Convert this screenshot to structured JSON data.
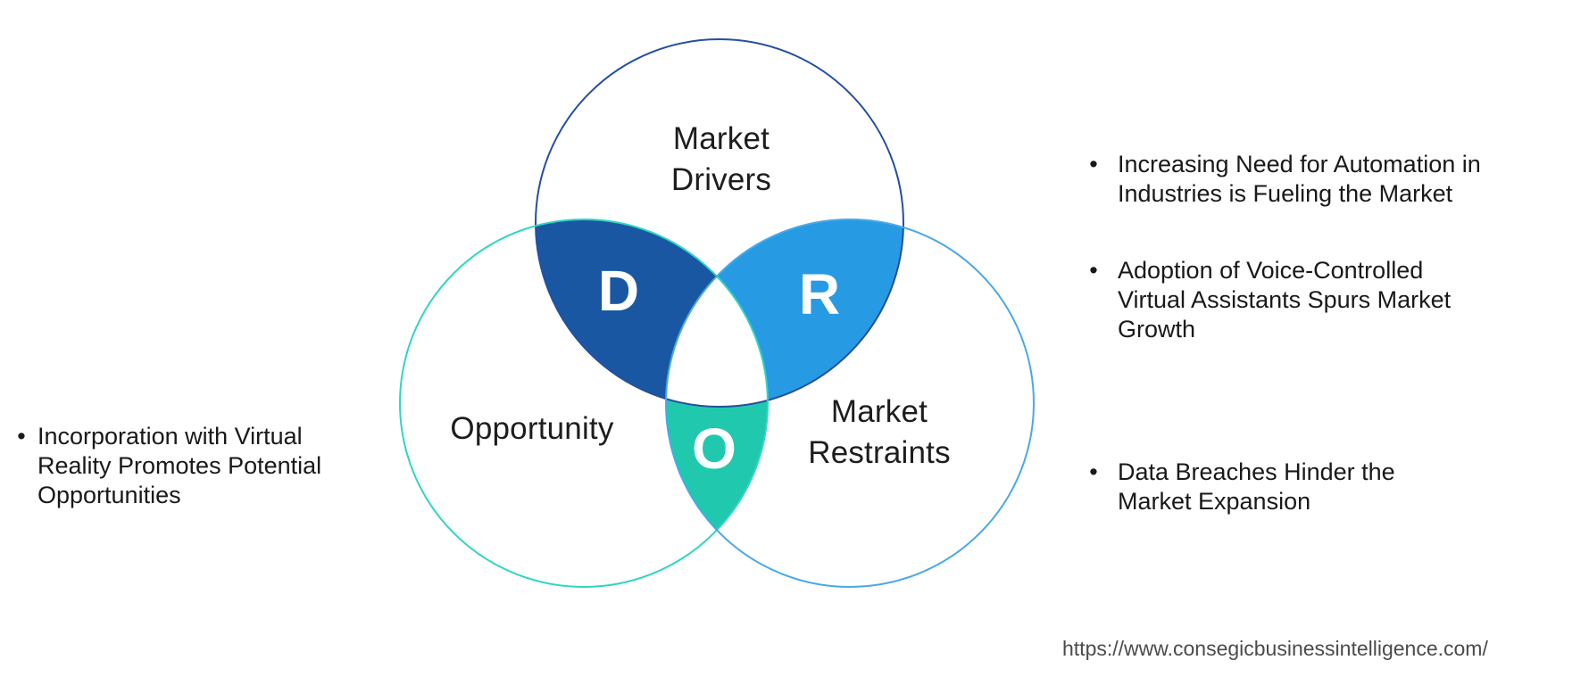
{
  "diagram": {
    "top_circle": {
      "label_lines": [
        "Market",
        "Drivers"
      ],
      "letter": "D",
      "outline_color": "#254f9e"
    },
    "left_circle": {
      "label_lines": [
        "Opportunity"
      ],
      "letter": "O",
      "outline_color": "#30d6c0"
    },
    "right_circle": {
      "label_lines": [
        "Market",
        "Restraints"
      ],
      "letter": "R",
      "outline_color": "#49a8e8"
    },
    "regions": {
      "drivers_fill": "#1a57a3",
      "restraints_fill": "#279ae4",
      "opportunity_fill": "#20c9ae",
      "center_fill": "#ffffff"
    }
  },
  "notes": {
    "bullet_glyph": "•",
    "left": [
      {
        "lines": [
          "Incorporation with Virtual",
          "Reality Promotes Potential",
          "Opportunities"
        ]
      }
    ],
    "right": [
      {
        "lines": [
          "Increasing Need for Automation in",
          "Industries is Fueling the Market"
        ]
      },
      {
        "lines": [
          "Adoption of Voice-Controlled",
          "Virtual Assistants Spurs Market",
          "Growth"
        ]
      },
      {
        "lines": [
          "Data Breaches Hinder the",
          "Market Expansion"
        ]
      }
    ]
  },
  "footer": {
    "url": "https://www.consegicbusinessintelligence.com/"
  }
}
